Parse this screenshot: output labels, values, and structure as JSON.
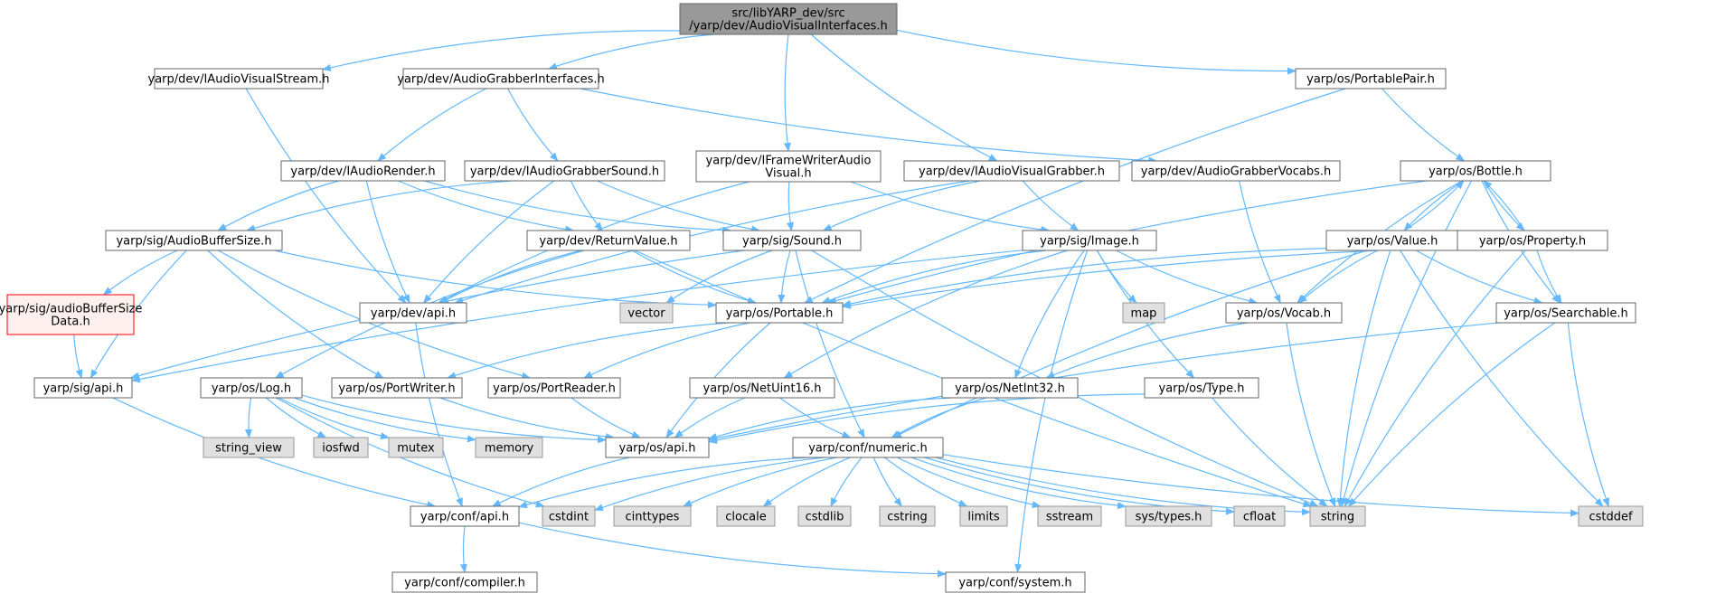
{
  "colors": {
    "edge": "#63b8ff",
    "normal_fill": "#ffffff",
    "normal_stroke": "#666666",
    "root_fill": "#999999",
    "root_stroke": "#666666",
    "system_fill": "#e0e0e0",
    "system_stroke": "#999999",
    "missing_fill": "#fff0f0",
    "missing_stroke": "#ff0000"
  },
  "nodes": [
    {
      "id": "root",
      "kind": "root",
      "lines": [
        "src/libYARP_dev/src",
        "/yarp/dev/AudioVisualInterfaces.h"
      ]
    },
    {
      "id": "iavstream",
      "kind": "normal",
      "lines": [
        "yarp/dev/IAudioVisualStream.h"
      ]
    },
    {
      "id": "agrabint",
      "kind": "normal",
      "lines": [
        "yarp/dev/AudioGrabberInterfaces.h"
      ]
    },
    {
      "id": "iframewriter",
      "kind": "normal",
      "lines": [
        "yarp/dev/IFrameWriterAudio",
        "Visual.h"
      ]
    },
    {
      "id": "iavgrabber",
      "kind": "normal",
      "lines": [
        "yarp/dev/IAudioVisualGrabber.h"
      ]
    },
    {
      "id": "portpair",
      "kind": "normal",
      "lines": [
        "yarp/os/PortablePair.h"
      ]
    },
    {
      "id": "iaudiorender",
      "kind": "normal",
      "lines": [
        "yarp/dev/IAudioRender.h"
      ]
    },
    {
      "id": "iagrabsound",
      "kind": "normal",
      "lines": [
        "yarp/dev/IAudioGrabberSound.h"
      ]
    },
    {
      "id": "agrabvocabs",
      "kind": "normal",
      "lines": [
        "yarp/dev/AudioGrabberVocabs.h"
      ]
    },
    {
      "id": "bottle",
      "kind": "normal",
      "lines": [
        "yarp/os/Bottle.h"
      ]
    },
    {
      "id": "audiobufsize",
      "kind": "normal",
      "lines": [
        "yarp/sig/AudioBufferSize.h"
      ]
    },
    {
      "id": "returnvalue",
      "kind": "normal",
      "lines": [
        "yarp/dev/ReturnValue.h"
      ]
    },
    {
      "id": "sound",
      "kind": "normal",
      "lines": [
        "yarp/sig/Sound.h"
      ]
    },
    {
      "id": "image",
      "kind": "normal",
      "lines": [
        "yarp/sig/Image.h"
      ]
    },
    {
      "id": "value",
      "kind": "normal",
      "lines": [
        "yarp/os/Value.h"
      ]
    },
    {
      "id": "property",
      "kind": "normal",
      "lines": [
        "yarp/os/Property.h"
      ]
    },
    {
      "id": "audiobufdata",
      "kind": "missing",
      "lines": [
        "yarp/sig/audioBufferSize",
        "Data.h"
      ]
    },
    {
      "id": "devapi",
      "kind": "normal",
      "lines": [
        "yarp/dev/api.h"
      ]
    },
    {
      "id": "vector",
      "kind": "system",
      "lines": [
        "vector"
      ]
    },
    {
      "id": "portable",
      "kind": "normal",
      "lines": [
        "yarp/os/Portable.h"
      ]
    },
    {
      "id": "map",
      "kind": "system",
      "lines": [
        "map"
      ]
    },
    {
      "id": "vocab",
      "kind": "normal",
      "lines": [
        "yarp/os/Vocab.h"
      ]
    },
    {
      "id": "searchable",
      "kind": "normal",
      "lines": [
        "yarp/os/Searchable.h"
      ]
    },
    {
      "id": "sigapi",
      "kind": "normal",
      "lines": [
        "yarp/sig/api.h"
      ]
    },
    {
      "id": "log",
      "kind": "normal",
      "lines": [
        "yarp/os/Log.h"
      ]
    },
    {
      "id": "portwriter",
      "kind": "normal",
      "lines": [
        "yarp/os/PortWriter.h"
      ]
    },
    {
      "id": "portreader",
      "kind": "normal",
      "lines": [
        "yarp/os/PortReader.h"
      ]
    },
    {
      "id": "netuint16",
      "kind": "normal",
      "lines": [
        "yarp/os/NetUint16.h"
      ]
    },
    {
      "id": "netint32",
      "kind": "normal",
      "lines": [
        "yarp/os/NetInt32.h"
      ]
    },
    {
      "id": "type",
      "kind": "normal",
      "lines": [
        "yarp/os/Type.h"
      ]
    },
    {
      "id": "string_view",
      "kind": "system",
      "lines": [
        "string_view"
      ]
    },
    {
      "id": "iosfwd",
      "kind": "system",
      "lines": [
        "iosfwd"
      ]
    },
    {
      "id": "mutex",
      "kind": "system",
      "lines": [
        "mutex"
      ]
    },
    {
      "id": "memory",
      "kind": "system",
      "lines": [
        "memory"
      ]
    },
    {
      "id": "osapi",
      "kind": "normal",
      "lines": [
        "yarp/os/api.h"
      ]
    },
    {
      "id": "numeric",
      "kind": "normal",
      "lines": [
        "yarp/conf/numeric.h"
      ]
    },
    {
      "id": "confapi",
      "kind": "normal",
      "lines": [
        "yarp/conf/api.h"
      ]
    },
    {
      "id": "cstdint",
      "kind": "system",
      "lines": [
        "cstdint"
      ]
    },
    {
      "id": "cinttypes",
      "kind": "system",
      "lines": [
        "cinttypes"
      ]
    },
    {
      "id": "clocale",
      "kind": "system",
      "lines": [
        "clocale"
      ]
    },
    {
      "id": "cstdlib",
      "kind": "system",
      "lines": [
        "cstdlib"
      ]
    },
    {
      "id": "cstring",
      "kind": "system",
      "lines": [
        "cstring"
      ]
    },
    {
      "id": "limits",
      "kind": "system",
      "lines": [
        "limits"
      ]
    },
    {
      "id": "sstream",
      "kind": "system",
      "lines": [
        "sstream"
      ]
    },
    {
      "id": "systypes",
      "kind": "system",
      "lines": [
        "sys/types.h"
      ]
    },
    {
      "id": "cfloat",
      "kind": "system",
      "lines": [
        "cfloat"
      ]
    },
    {
      "id": "string",
      "kind": "system",
      "lines": [
        "string"
      ]
    },
    {
      "id": "cstddef",
      "kind": "system",
      "lines": [
        "cstddef"
      ]
    },
    {
      "id": "compiler",
      "kind": "normal",
      "lines": [
        "yarp/conf/compiler.h"
      ]
    },
    {
      "id": "system",
      "kind": "normal",
      "lines": [
        "yarp/conf/system.h"
      ]
    }
  ],
  "edges": [
    [
      "root",
      "iavstream"
    ],
    [
      "root",
      "agrabint"
    ],
    [
      "root",
      "iframewriter"
    ],
    [
      "root",
      "iavgrabber"
    ],
    [
      "root",
      "portpair"
    ],
    [
      "iavstream",
      "devapi"
    ],
    [
      "agrabint",
      "iaudiorender"
    ],
    [
      "agrabint",
      "iagrabsound"
    ],
    [
      "agrabint",
      "agrabvocabs"
    ],
    [
      "iframewriter",
      "devapi"
    ],
    [
      "iframewriter",
      "image"
    ],
    [
      "iframewriter",
      "sound"
    ],
    [
      "iavgrabber",
      "sound"
    ],
    [
      "iavgrabber",
      "image"
    ],
    [
      "iavgrabber",
      "devapi"
    ],
    [
      "portpair",
      "bottle"
    ],
    [
      "portpair",
      "portable"
    ],
    [
      "iaudiorender",
      "audiobufsize"
    ],
    [
      "iaudiorender",
      "returnvalue"
    ],
    [
      "iaudiorender",
      "sound"
    ],
    [
      "iaudiorender",
      "devapi"
    ],
    [
      "iagrabsound",
      "audiobufsize"
    ],
    [
      "iagrabsound",
      "returnvalue"
    ],
    [
      "iagrabsound",
      "sound"
    ],
    [
      "iagrabsound",
      "devapi"
    ],
    [
      "agrabvocabs",
      "vocab"
    ],
    [
      "bottle",
      "value"
    ],
    [
      "bottle",
      "property"
    ],
    [
      "bottle",
      "searchable"
    ],
    [
      "bottle",
      "vocab"
    ],
    [
      "bottle",
      "portable"
    ],
    [
      "bottle",
      "string"
    ],
    [
      "audiobufsize",
      "audiobufdata"
    ],
    [
      "audiobufsize",
      "sigapi"
    ],
    [
      "audiobufsize",
      "portable"
    ],
    [
      "audiobufsize",
      "portwriter"
    ],
    [
      "audiobufsize",
      "portreader"
    ],
    [
      "returnvalue",
      "devapi"
    ],
    [
      "returnvalue",
      "portable"
    ],
    [
      "returnvalue",
      "log"
    ],
    [
      "returnvalue",
      "string"
    ],
    [
      "sound",
      "vector"
    ],
    [
      "sound",
      "portable"
    ],
    [
      "sound",
      "sigapi"
    ],
    [
      "sound",
      "numeric"
    ],
    [
      "sound",
      "string"
    ],
    [
      "image",
      "portable"
    ],
    [
      "image",
      "map"
    ],
    [
      "image",
      "vocab"
    ],
    [
      "image",
      "sigapi"
    ],
    [
      "image",
      "netuint16"
    ],
    [
      "image",
      "netint32"
    ],
    [
      "image",
      "type"
    ],
    [
      "image",
      "system"
    ],
    [
      "value",
      "bottle"
    ],
    [
      "value",
      "portable"
    ],
    [
      "value",
      "vocab"
    ],
    [
      "value",
      "searchable"
    ],
    [
      "value",
      "string"
    ],
    [
      "value",
      "cstddef"
    ],
    [
      "value",
      "numeric"
    ],
    [
      "property",
      "bottle"
    ],
    [
      "property",
      "searchable"
    ],
    [
      "property",
      "portable"
    ],
    [
      "property",
      "string"
    ],
    [
      "audiobufdata",
      "sigapi"
    ],
    [
      "devapi",
      "confapi"
    ],
    [
      "portable",
      "osapi"
    ],
    [
      "portable",
      "portwriter"
    ],
    [
      "portable",
      "portreader"
    ],
    [
      "vocab",
      "netint32"
    ],
    [
      "vocab",
      "string"
    ],
    [
      "searchable",
      "osapi"
    ],
    [
      "searchable",
      "string"
    ],
    [
      "searchable",
      "cstddef"
    ],
    [
      "sigapi",
      "confapi"
    ],
    [
      "log",
      "string_view"
    ],
    [
      "log",
      "iosfwd"
    ],
    [
      "log",
      "mutex"
    ],
    [
      "log",
      "memory"
    ],
    [
      "log",
      "cstdint"
    ],
    [
      "log",
      "osapi"
    ],
    [
      "portwriter",
      "osapi"
    ],
    [
      "portreader",
      "osapi"
    ],
    [
      "netuint16",
      "osapi"
    ],
    [
      "netuint16",
      "numeric"
    ],
    [
      "netint32",
      "numeric"
    ],
    [
      "netint32",
      "osapi"
    ],
    [
      "type",
      "osapi"
    ],
    [
      "type",
      "string"
    ],
    [
      "osapi",
      "confapi"
    ],
    [
      "numeric",
      "confapi"
    ],
    [
      "numeric",
      "cstdint"
    ],
    [
      "numeric",
      "cinttypes"
    ],
    [
      "numeric",
      "clocale"
    ],
    [
      "numeric",
      "cstdlib"
    ],
    [
      "numeric",
      "cstring"
    ],
    [
      "numeric",
      "limits"
    ],
    [
      "numeric",
      "sstream"
    ],
    [
      "numeric",
      "systypes"
    ],
    [
      "numeric",
      "cfloat"
    ],
    [
      "numeric",
      "string"
    ],
    [
      "numeric",
      "cstddef"
    ],
    [
      "confapi",
      "compiler"
    ],
    [
      "confapi",
      "system"
    ]
  ]
}
